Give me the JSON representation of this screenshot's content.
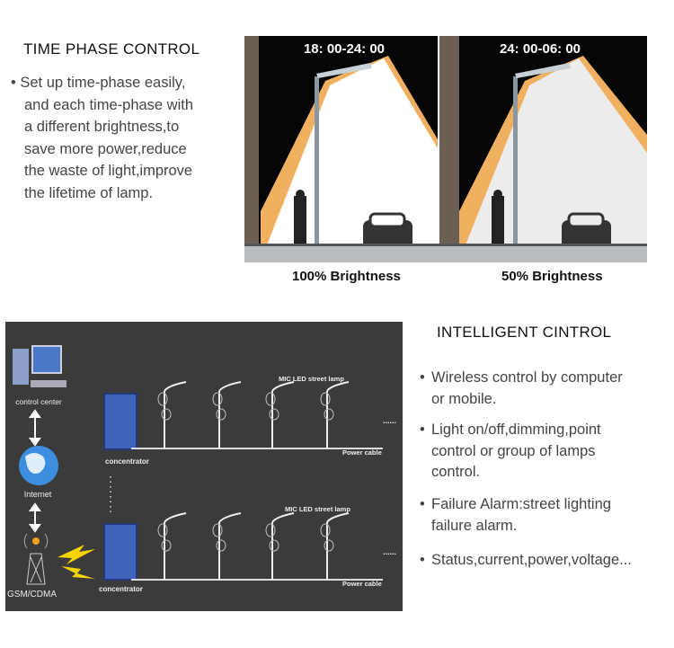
{
  "time_phase": {
    "heading": "TIME PHASE CONTROL",
    "bullet_lines": [
      "Set up time-phase easily,",
      "and each time-phase with",
      "a different brightness,to",
      "save more power,reduce",
      "the waste of light,improve",
      "the lifetime of lamp."
    ],
    "panels": [
      {
        "time": "18: 00-24: 00",
        "caption": "100% Brightness",
        "brightness_percent": 100
      },
      {
        "time": "24: 00-06: 00",
        "caption": "50% Brightness",
        "brightness_percent": 50
      }
    ]
  },
  "diagram": {
    "control_center": "control center",
    "internet": "Internet",
    "gsm": "GSM/CDMA",
    "concentrator": "concentrator",
    "street_lamp": "MIC LED street lamp",
    "power_cable": "Power cable",
    "ellipsis": "......"
  },
  "intelligent": {
    "heading": "INTELLIGENT CINTROL",
    "bullets": [
      [
        "Wireless control by computer",
        "or mobile."
      ],
      [
        "Light on/off,dimming,point",
        "control or group of lamps",
        "control."
      ],
      [
        "Failure Alarm:street lighting",
        "failure alarm."
      ],
      [
        "Status,current,power,voltage..."
      ]
    ]
  },
  "colors": {
    "diagram_bg": "#3b3b3b",
    "beam_orange": "#f0b060",
    "night": "#050505"
  }
}
